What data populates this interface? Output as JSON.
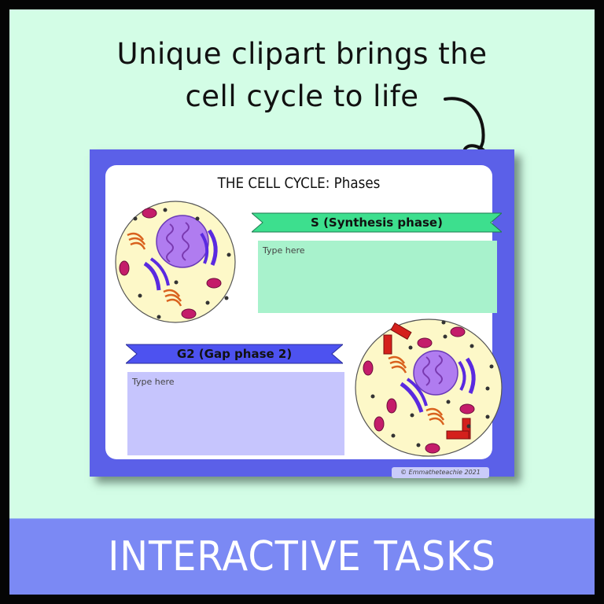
{
  "headline": {
    "line1": "Unique clipart brings the",
    "line2": "cell cycle to life"
  },
  "slide": {
    "title": "THE CELL CYCLE: Phases",
    "sections": [
      {
        "ribbon_label": "S (Synthesis phase)",
        "ribbon_color": "#3ddf8e",
        "textbox_placeholder": "Type here",
        "textbox_color": "#a8f2cc"
      },
      {
        "ribbon_label": "G2 (Gap phase 2)",
        "ribbon_color": "#4d52f0",
        "textbox_placeholder": "Type here",
        "textbox_color": "#c6c5fd"
      }
    ],
    "images": [
      "cell-illustration-interphase",
      "cell-illustration-g2-with-centrioles"
    ],
    "copyright": "© Emmatheteachie 2021"
  },
  "banner": {
    "label": "INTERACTIVE TASKS"
  },
  "colors": {
    "background": "#d3fde6",
    "slide_border": "#5b60e8",
    "banner": "#7b89f4",
    "arrow_head": "#f062d6"
  }
}
